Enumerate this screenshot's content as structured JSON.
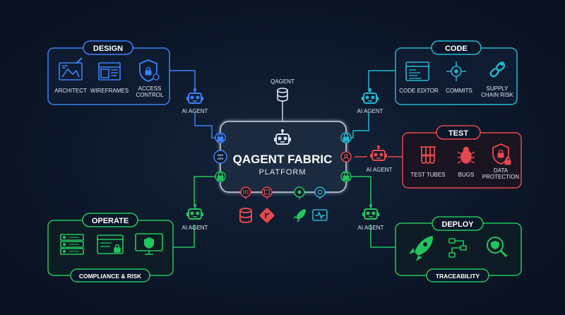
{
  "colors": {
    "background": "#0b1628",
    "design": "#3b82f6",
    "code": "#22b8cf",
    "test": "#e5484d",
    "operate": "#22c55e",
    "deploy": "#22c55e",
    "hub_border": "#c7d2e0"
  },
  "hub": {
    "title": "QAGENT FABRIC",
    "subtitle": "PLATFORM",
    "db_label": "QAGENT",
    "left_badge_label": "DEVOPS\nMODEL"
  },
  "agent_label": "AI AGENT",
  "groups": {
    "design": {
      "title": "DESIGN",
      "items": [
        {
          "label": "ARCHITECT",
          "icon": "blueprint-icon"
        },
        {
          "label": "WIREFRAMES",
          "icon": "wireframe-icon"
        },
        {
          "label": "ACCESS\nCONTROL",
          "icon": "shield-lock-icon"
        }
      ]
    },
    "code": {
      "title": "CODE",
      "items": [
        {
          "label": "CODE EDITOR",
          "icon": "code-editor-icon"
        },
        {
          "label": "COMMITS",
          "icon": "commit-icon"
        },
        {
          "label": "SUPPLY\nCHAIN RISK",
          "icon": "chain-icon"
        }
      ]
    },
    "test": {
      "title": "TEST",
      "items": [
        {
          "label": "TEST TUBES",
          "icon": "test-tubes-icon"
        },
        {
          "label": "BUGS",
          "icon": "bug-icon"
        },
        {
          "label": "DATA\nPROTECTION",
          "icon": "data-shield-icon"
        }
      ]
    },
    "operate": {
      "title": "OPERATE",
      "footer": "COMPLIANCE & RISK",
      "items": [
        {
          "icon": "server-icon"
        },
        {
          "icon": "secure-window-icon"
        },
        {
          "icon": "monitor-shield-icon"
        }
      ]
    },
    "deploy": {
      "title": "DEPLOY",
      "footer": "TRACEABILITY",
      "items": [
        {
          "icon": "rocket-icon"
        },
        {
          "icon": "pipeline-icon"
        },
        {
          "icon": "magnifier-shield-icon"
        }
      ]
    }
  }
}
